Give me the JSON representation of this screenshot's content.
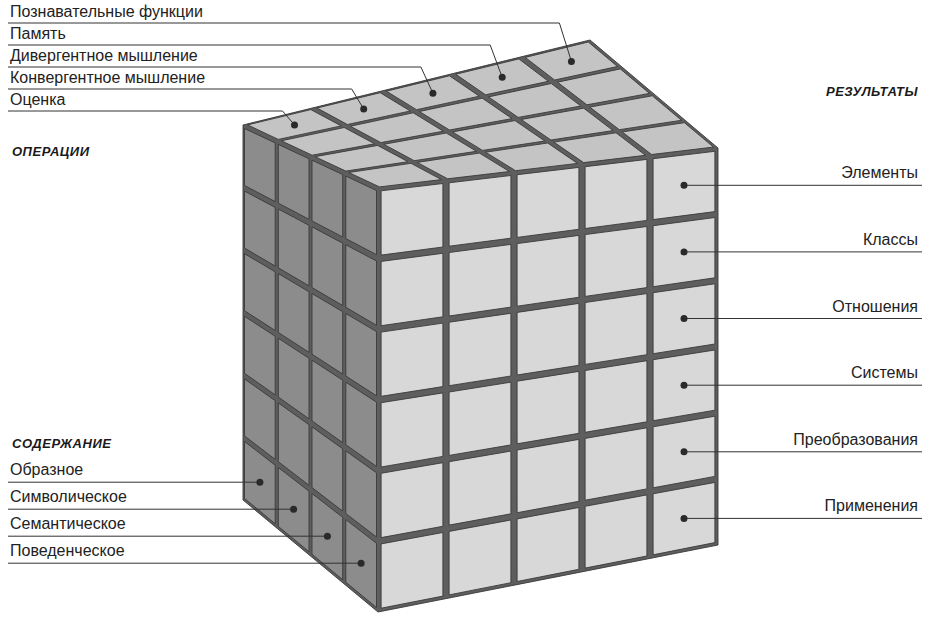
{
  "diagram": {
    "labels": [
      "Познавательные функции",
      "Память",
      "Дивергентное мышление",
      "Конвергентное мышление",
      "Оценка",
      "ОПЕРАЦИИ",
      "РЕЗУЛЬТАТЫ",
      "Элементы",
      "Классы",
      "Отношения",
      "Системы",
      "Преобразования",
      "Применения",
      "СОДЕРЖАНИЕ",
      "Образное",
      "Символическое",
      "Семантическое",
      "Поведенческое"
    ]
  }
}
